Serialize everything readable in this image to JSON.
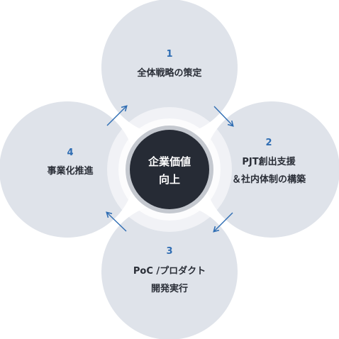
{
  "colors": {
    "petal": "#dfe3ea",
    "center_fill": "#262b35",
    "center_ring": "#c4c8cf",
    "number": "#2f6db3",
    "arrow": "#2f6db3",
    "text": "#2a2e37"
  },
  "center": {
    "line1": "企業価値",
    "line2": "向上"
  },
  "steps": [
    {
      "number": "1",
      "line1": "全体戦略の策定",
      "line2": ""
    },
    {
      "number": "2",
      "line1": "PJT創出支援",
      "line2": "＆社内体制の構築"
    },
    {
      "number": "3",
      "line1": "PoC /プロダクト",
      "line2": "開発実行"
    },
    {
      "number": "4",
      "line1": "事業化推進",
      "line2": ""
    }
  ],
  "arrows": [
    "arrow-1-to-2",
    "arrow-2-to-3",
    "arrow-3-to-4",
    "arrow-4-to-1"
  ]
}
